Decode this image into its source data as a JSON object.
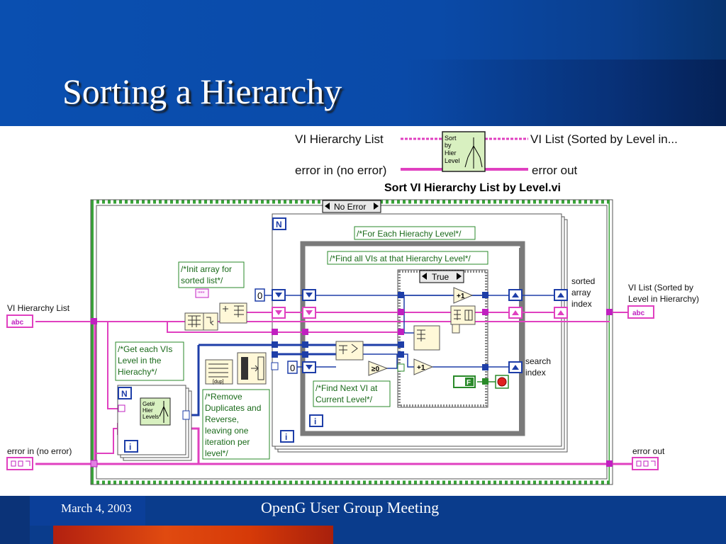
{
  "slide": {
    "title": "Sorting a Hierarchy",
    "footer_date": "March 4, 2003",
    "footer_meeting": "OpenG User Group Meeting"
  },
  "connector": {
    "vi_title": "Sort VI Hierarchy List by Level.vi",
    "left_top": "VI Hierarchy List",
    "left_bottom": "error in (no error)",
    "right_top": "VI List (Sorted by Level in...",
    "right_bottom": "error out",
    "icon_lines": [
      "Sort",
      "by",
      "Hier",
      "Level"
    ]
  },
  "diagram": {
    "case_selector": "No Error",
    "inner_case_selector": "True",
    "terminal_vi_list_in": "VI Hierarchy List",
    "terminal_error_in": "error in (no error)",
    "terminal_vi_list_out_line1": "VI List (Sorted by",
    "terminal_vi_list_out_line2": "Level in Hierarchy)",
    "terminal_error_out": "error out",
    "comment_init": [
      "/*Init array for",
      "sorted list*/"
    ],
    "comment_get_levels": [
      "/*Get each VIs",
      "Level in the",
      "Hierachy*/"
    ],
    "comment_remove_dups": [
      "/*Remove",
      "Duplicates and",
      "Reverse,",
      "leaving one",
      "iteration per",
      "level*/"
    ],
    "comment_for_each": "/*For Each Hierachy Level*/",
    "comment_find_all": "/*Find all VIs at that Hierarchy Level*/",
    "comment_find_next": [
      "/*Find Next VI at",
      "Current Level*/"
    ],
    "label_sorted_index": [
      "sorted",
      "array",
      "index"
    ],
    "label_search_index": [
      "search",
      "index"
    ],
    "loop_count_terminal": "N",
    "iteration_terminal": "i",
    "const_zero": "0",
    "const_false": "F",
    "indicator_abc": "abc",
    "get_levels_icon_lines": [
      "Get#",
      "Hier",
      "Levels"
    ],
    "increment_label": "+1",
    "compare_label": "≥0",
    "dup_label": "[dup]"
  }
}
